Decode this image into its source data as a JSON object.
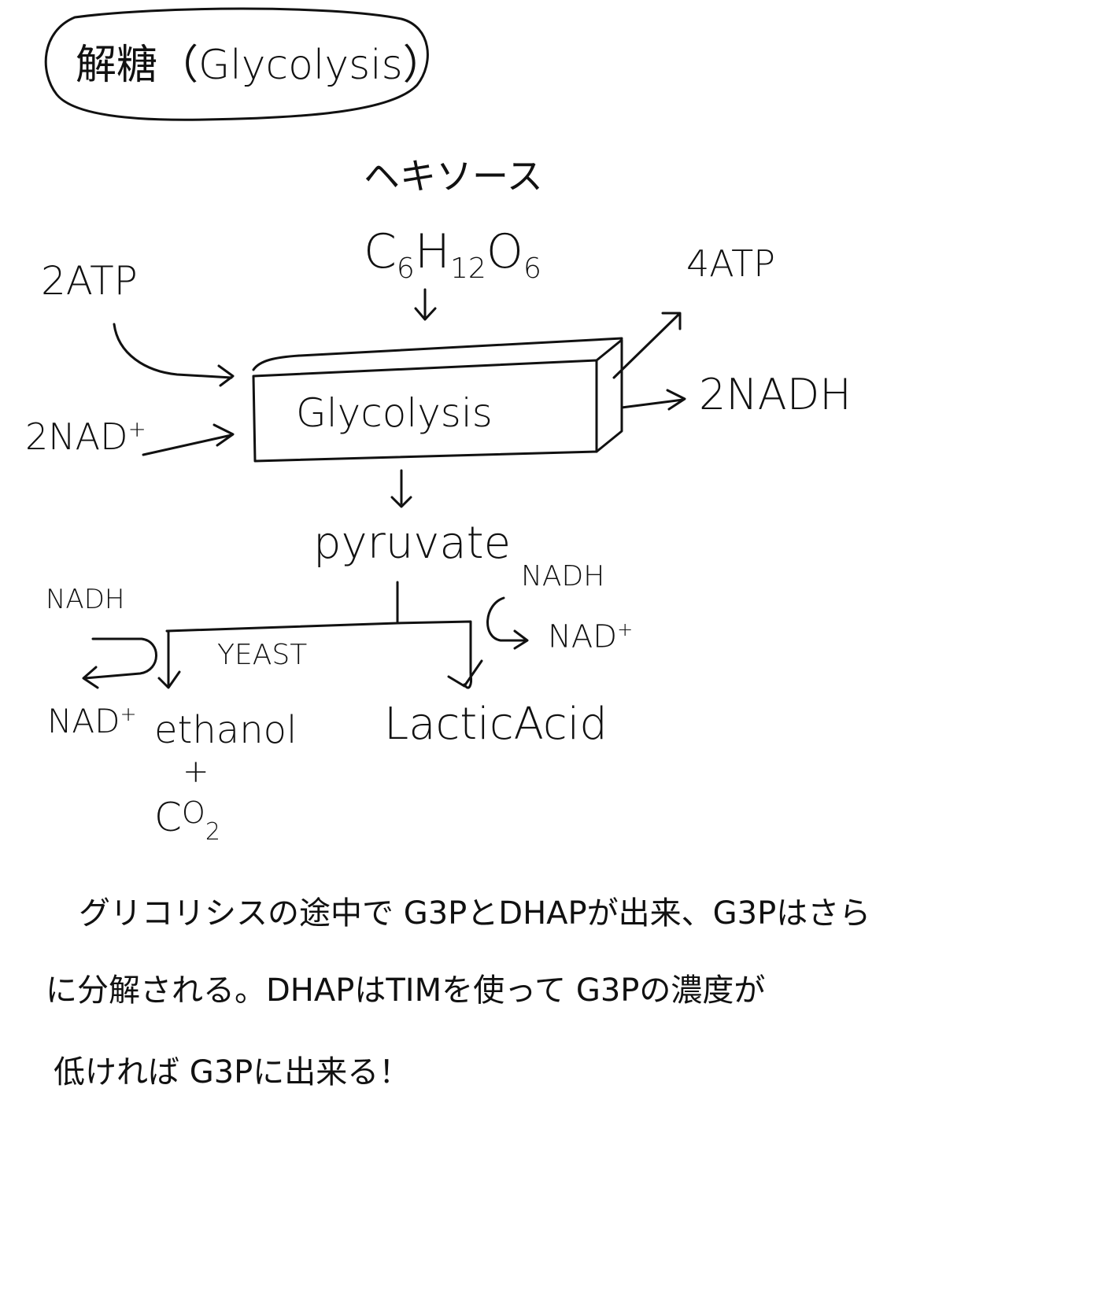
{
  "title": "解糖（Glycolysis）",
  "hexose_label": "ヘキソース",
  "glucose_formula": {
    "C": "C",
    "c_sub": "6",
    "H": "H",
    "h_sub": "12",
    "O": "O",
    "o_sub": "6"
  },
  "inputs": {
    "atp": "2ATP",
    "nad_plus": "2NAD",
    "nad_plus_sup": "+"
  },
  "process_label": "Glycolysis",
  "outputs": {
    "atp": "4ATP",
    "nadh": "2NADH"
  },
  "pyruvate": "pyruvate",
  "yeast_branch": {
    "label": "YEAST",
    "cofactor_in": "NADH",
    "cofactor_out": "NAD",
    "cofactor_out_sup": "+",
    "product_1": "ethanol",
    "plus": "+",
    "product_2_c": "C",
    "product_2_o": "O",
    "product_2_sub": "2"
  },
  "lactic_branch": {
    "cofactor_in": "NADH",
    "cofactor_out": "NAD",
    "cofactor_out_sup": "+",
    "product": "LacticAcid"
  },
  "notes": [
    "グリコリシスの途中で G3PとDHAPが出来、G3Pはさら",
    "に分解される。DHAPはTIMを使って G3Pの濃度が",
    "低ければ G3Pに出来る！"
  ]
}
